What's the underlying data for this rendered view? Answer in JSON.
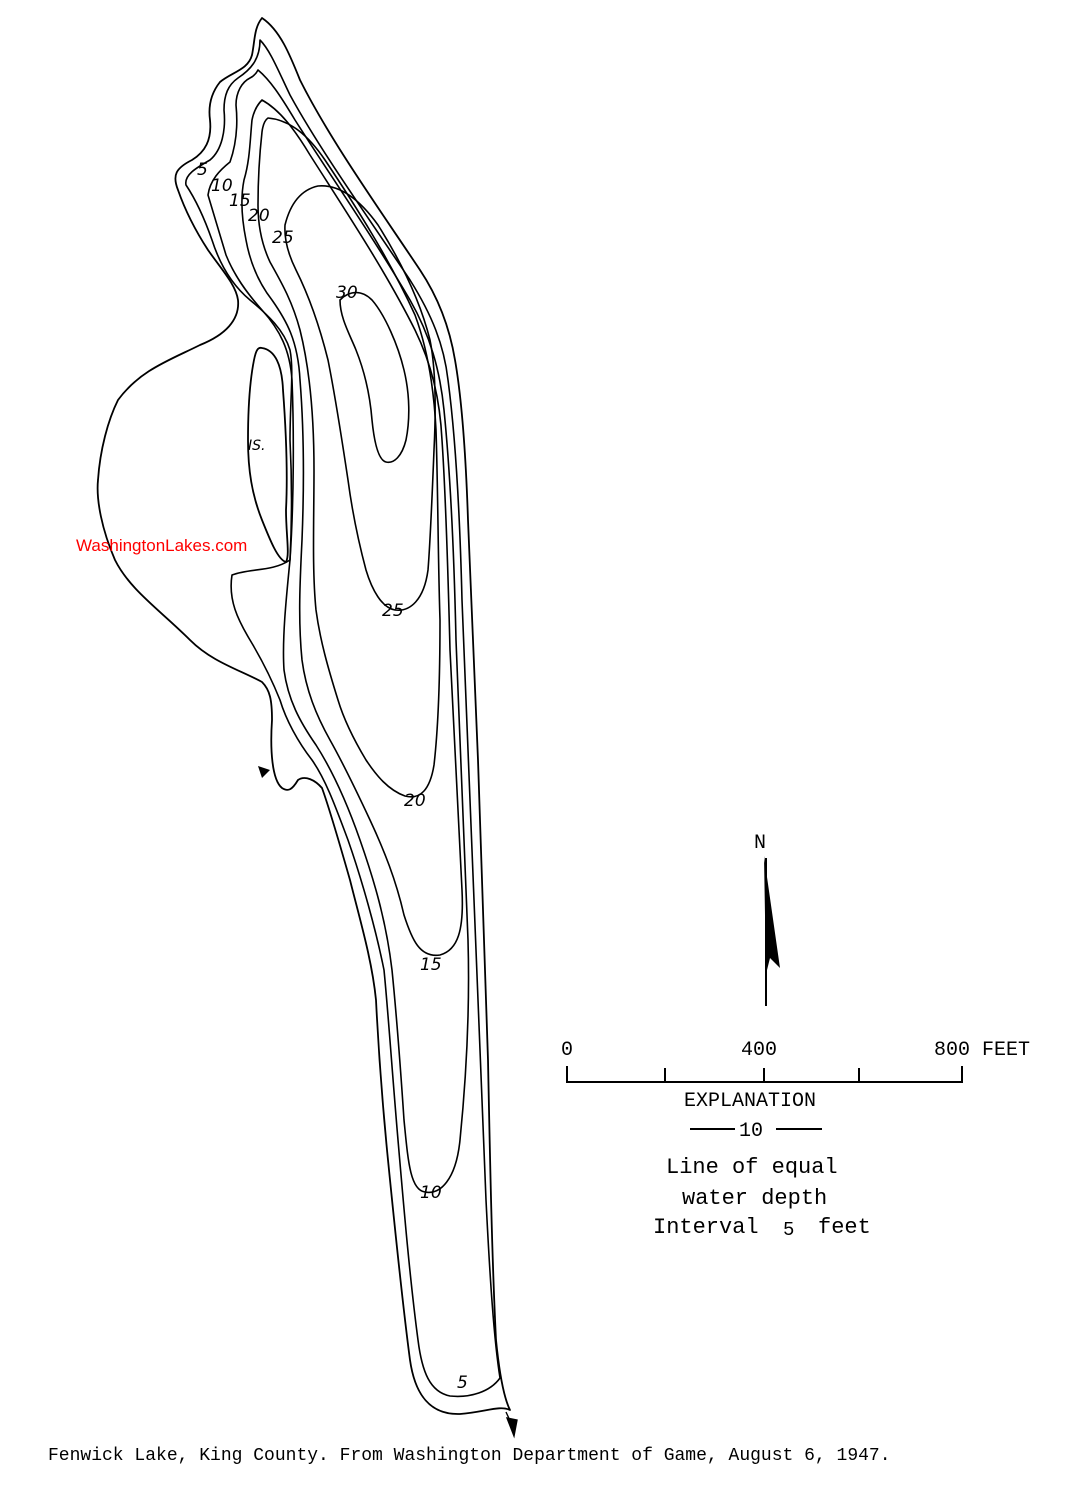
{
  "watermark": "WashingtonLakes.com",
  "caption": "Fenwick Lake, King County.  From Washington Department of Game, August 6, 1947.",
  "north_label": "N",
  "island_label": "IS.",
  "scale": {
    "zero": "0",
    "mid": "400",
    "end": "800 FEET"
  },
  "explanation": {
    "title": "EXPLANATION",
    "sample_value": "10",
    "line1": "Line of equal",
    "line2": "water depth",
    "line3_prefix": "Interval",
    "line3_value": "5",
    "line3_unit": "feet"
  },
  "depth_labels": {
    "d5_north": "5",
    "d10_north": "10",
    "d15_north": "15",
    "d20_north": "20",
    "d25_north": "25",
    "d30": "30",
    "d25_mid": "25",
    "d20_mid": "20",
    "d15_south": "15",
    "d10_south": "10",
    "d5_south": "5"
  },
  "colors": {
    "watermark": "#ff0000",
    "lines": "#000000"
  }
}
